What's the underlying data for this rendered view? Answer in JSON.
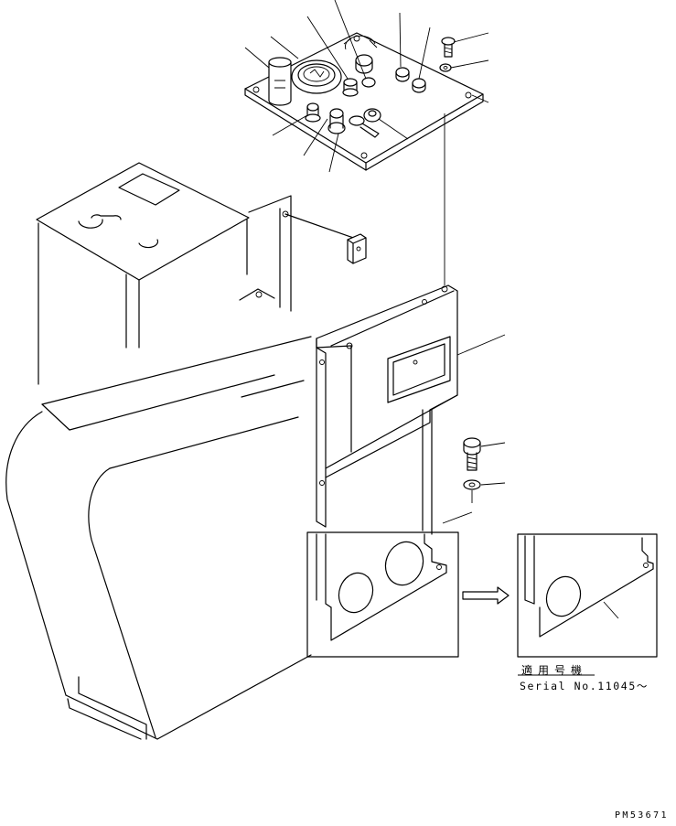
{
  "applicable_serial": {
    "label": "適用号機",
    "number": "Serial No.11045～"
  },
  "drawing_code": "PM53671"
}
